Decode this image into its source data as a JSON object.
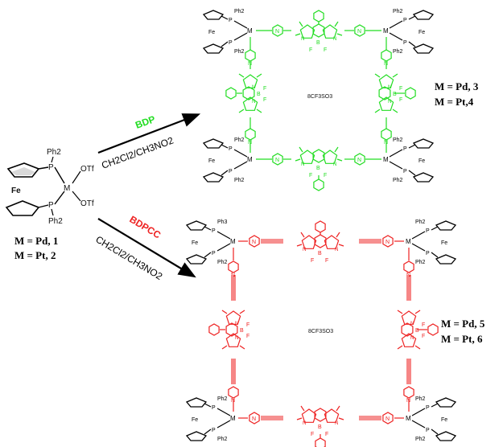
{
  "colors": {
    "bdp": "#22dd22",
    "bdpcc": "#ee2222",
    "black": "#000000"
  },
  "start": {
    "ph2_top": "Ph2",
    "ph2_bottom": "Ph2",
    "fe": "Fe",
    "metal": "M",
    "otf1": "OTf",
    "otf2": "OTf",
    "p_top": "P",
    "p_bottom": "P",
    "labels": [
      "M = Pd, 1",
      "M = Pt, 2"
    ]
  },
  "arrow_top": {
    "reagent": "BDP",
    "solvent": "CH2Cl2/CH3NO2"
  },
  "arrow_bottom": {
    "reagent": "BDPCC",
    "solvent": "CH2Cl2/CH3NO2"
  },
  "macrocycle_green": {
    "counterion": "8CF3SO3",
    "labels": [
      "M = Pd, 3",
      "M = Pt,4"
    ]
  },
  "macrocycle_red": {
    "counterion": "8CF3SO3",
    "labels": [
      "M = Pd, 5",
      "M = Pt, 6"
    ]
  },
  "atoms": {
    "p": "P",
    "m": "M",
    "ph2": "Ph2",
    "ph3": "Ph3",
    "fe": "Fe",
    "n": "N",
    "b": "B",
    "f": "F"
  }
}
